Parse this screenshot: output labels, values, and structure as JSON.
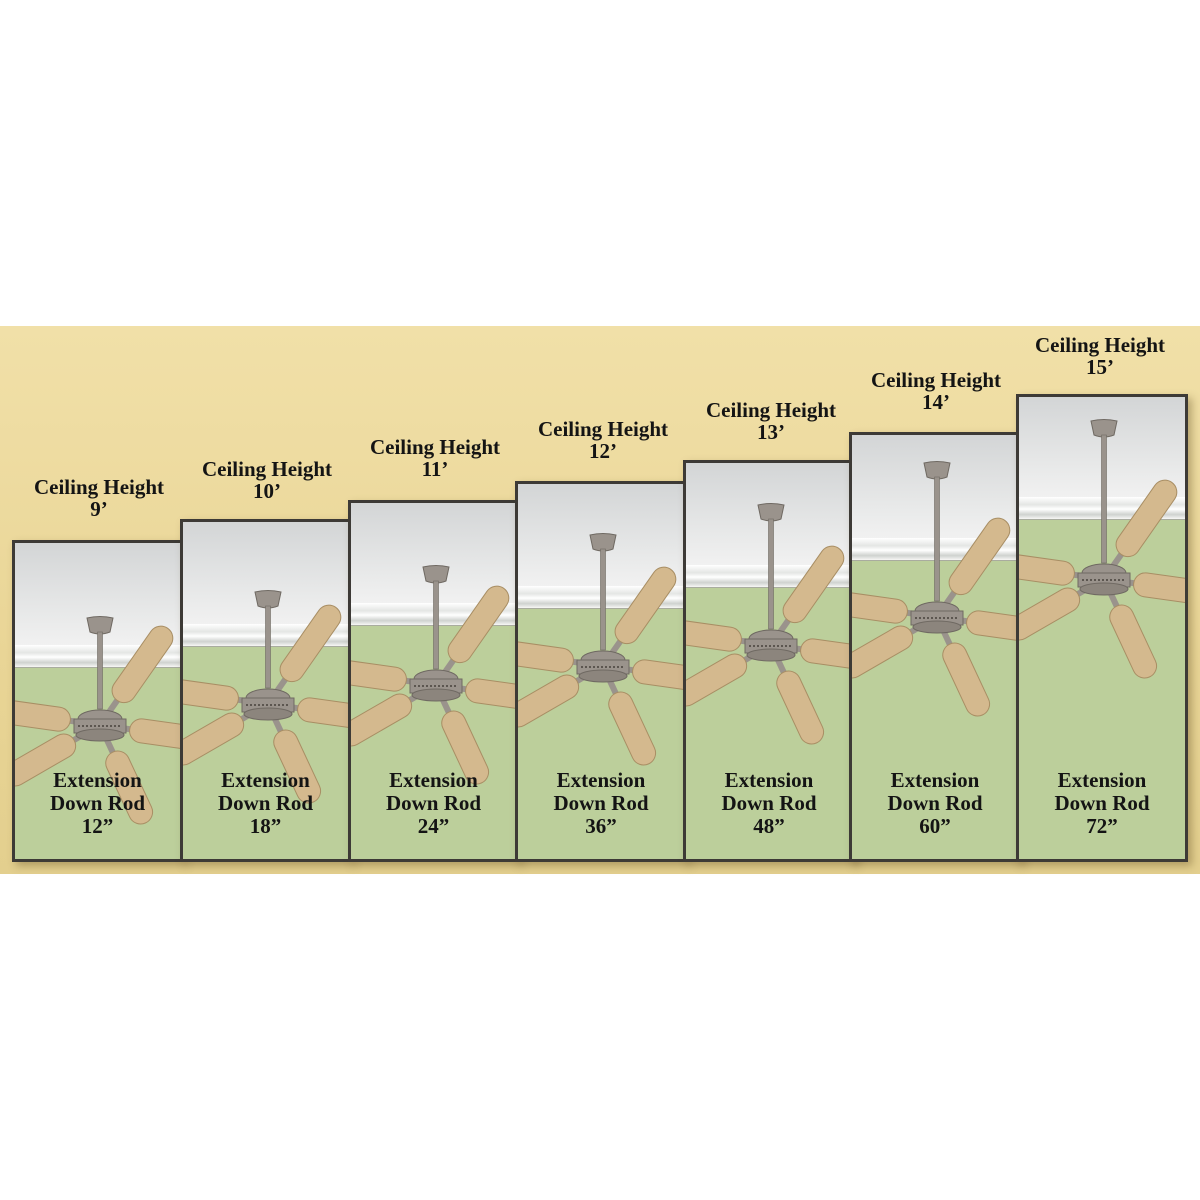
{
  "ceiling_label": "Ceiling Height",
  "rod_label_line1": "Extension",
  "rod_label_line2": "Down Rod",
  "panels": [
    {
      "ceiling_height": "9’",
      "down_rod": "12”"
    },
    {
      "ceiling_height": "10’",
      "down_rod": "18”"
    },
    {
      "ceiling_height": "11’",
      "down_rod": "24”"
    },
    {
      "ceiling_height": "12’",
      "down_rod": "36”"
    },
    {
      "ceiling_height": "13’",
      "down_rod": "48”"
    },
    {
      "ceiling_height": "14’",
      "down_rod": "60”"
    },
    {
      "ceiling_height": "15’",
      "down_rod": "72”"
    }
  ],
  "colors": {
    "background_band": "#e9d596",
    "wall": "#bccf9b",
    "frame": "#3d3a36",
    "fan_metal": "#9a938c",
    "blade": "#d4b98e"
  }
}
